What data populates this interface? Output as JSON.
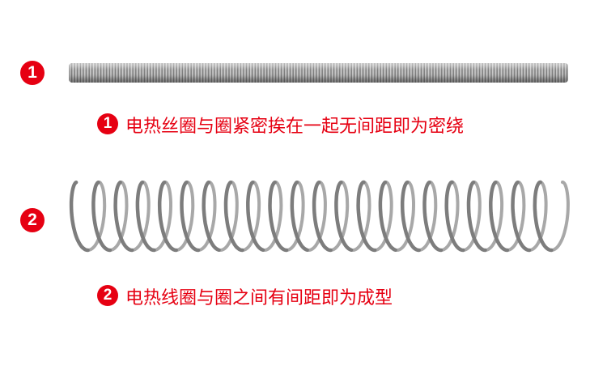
{
  "items": [
    {
      "number": "1",
      "caption": "电热丝圈与圈紧密挨在一起无间距即为密绕"
    },
    {
      "number": "2",
      "caption": "电热线圈与圈之间有间距即为成型"
    }
  ],
  "colors": {
    "accent": "#e60012",
    "wire": "#8a8a8a"
  }
}
